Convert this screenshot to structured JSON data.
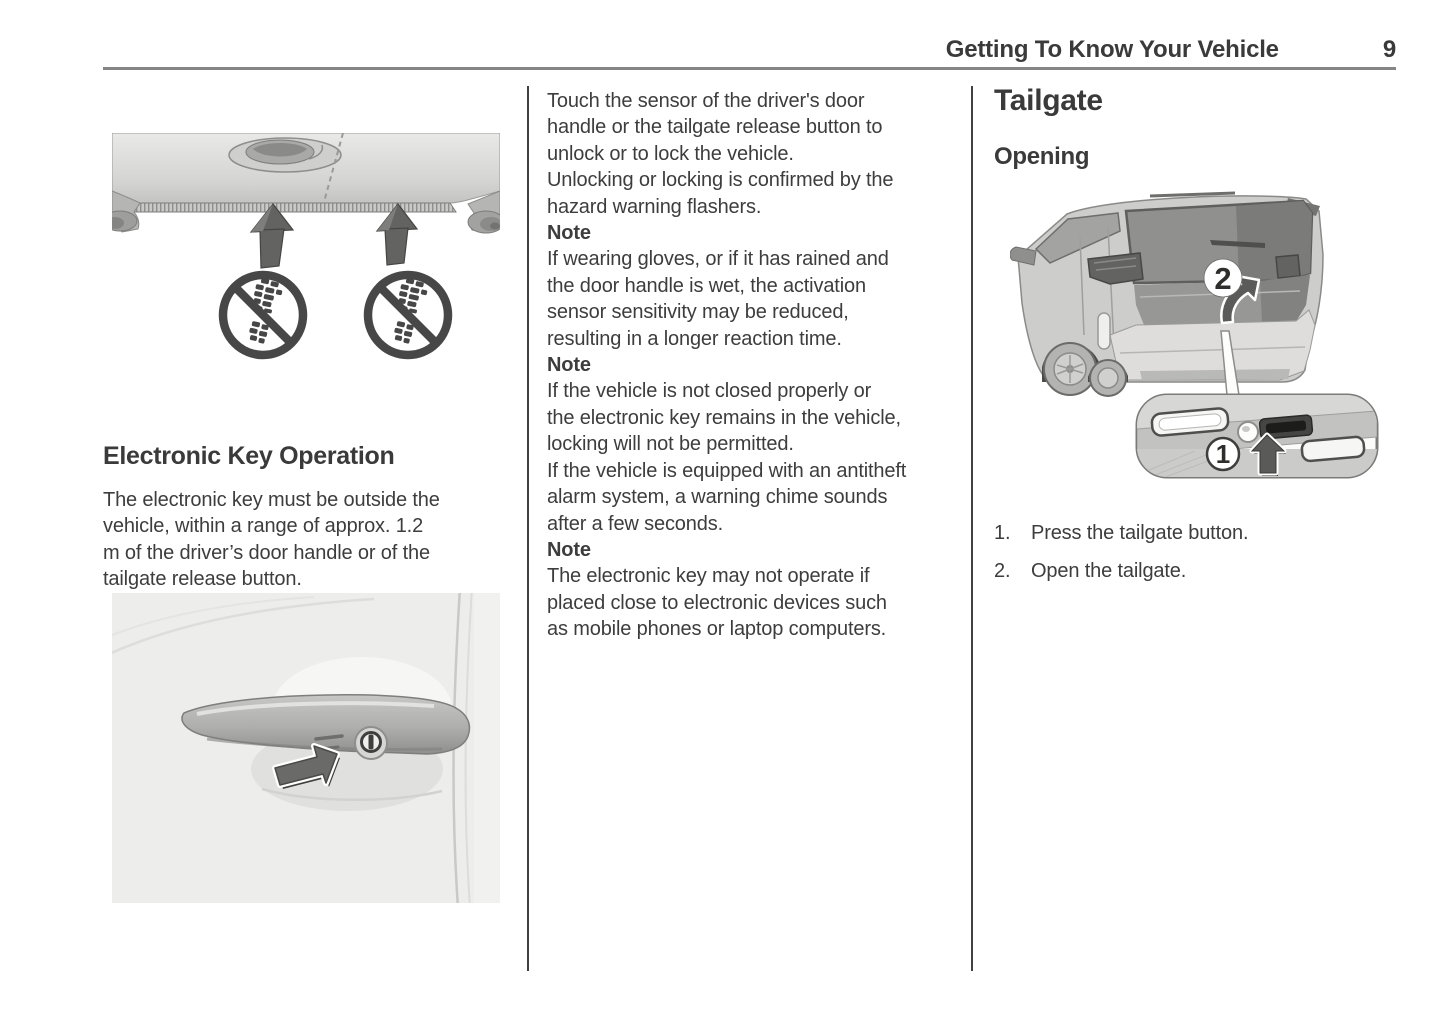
{
  "colors": {
    "text": "#3d3d3d",
    "header_rule": "#858585",
    "column_divider": "#414141"
  },
  "header": {
    "title": "Getting To Know Your Vehicle",
    "page_number": "9"
  },
  "left_column": {
    "heading": "Electronic Key Operation",
    "intro_lines": [
      "The electronic key must be outside the",
      "vehicle, within a range of approx. 1.2",
      "m of the driver’s door handle or of the",
      "tailgate release button."
    ]
  },
  "middle_column": {
    "blocks": [
      {
        "style": "body",
        "lines": [
          "Touch the sensor of the driver's door",
          "handle or the tailgate release button to",
          "unlock or to lock the vehicle."
        ]
      },
      {
        "style": "body",
        "lines": [
          "Unlocking or locking is confirmed by the",
          "hazard warning flashers."
        ]
      },
      {
        "style": "note",
        "text": "Note"
      },
      {
        "style": "body",
        "lines": [
          "If wearing gloves, or if it has rained and",
          "the door handle is wet, the activation",
          "sensor sensitivity may be reduced,",
          "resulting in a longer reaction time."
        ]
      },
      {
        "style": "note",
        "text": "Note"
      },
      {
        "style": "body",
        "lines": [
          "If the vehicle is not closed properly or",
          "the electronic key remains in the vehicle,",
          "locking will not be permitted."
        ]
      },
      {
        "style": "body",
        "lines": [
          "If the vehicle is equipped with an antitheft",
          "alarm system, a warning chime sounds",
          "after a few seconds."
        ]
      },
      {
        "style": "note",
        "text": "Note"
      },
      {
        "style": "body",
        "lines": [
          "The electronic key may not operate if",
          "placed close to electronic devices such",
          "as mobile phones or laptop computers."
        ]
      }
    ]
  },
  "right_column": {
    "title": "Tailgate",
    "subtitle": "Opening",
    "figure_callouts": {
      "one": "1",
      "two": "2"
    },
    "steps": [
      {
        "num": "1.",
        "text": "Press the tailgate button."
      },
      {
        "num": "2.",
        "text": "Open the tailgate."
      }
    ]
  }
}
